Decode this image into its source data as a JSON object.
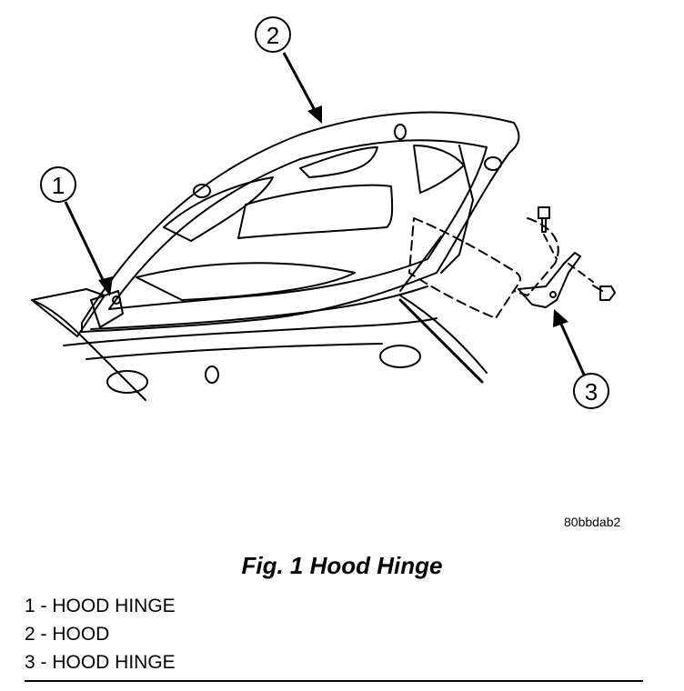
{
  "figure": {
    "code": "80bbdab2",
    "caption": "Fig. 1 Hood Hinge",
    "callouts": [
      "1",
      "2",
      "3"
    ],
    "legend": [
      "1 - HOOD HINGE",
      "2 - HOOD",
      "3 - HOOD HINGE"
    ]
  }
}
